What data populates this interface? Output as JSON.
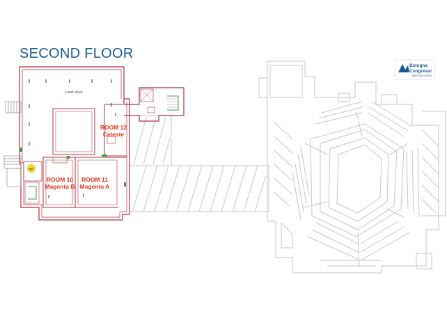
{
  "title": "SECOND FLOOR",
  "logo": {
    "line1": "Bologna",
    "line2": "Congressi",
    "line3": "MEETING IDEAS"
  },
  "areas": {
    "lunch": "Lunch Area",
    "wc": "WC"
  },
  "rooms": [
    {
      "number": "ROOM 12",
      "name": "Celeste"
    },
    {
      "number": "ROOM 10",
      "name": "Magenta B"
    },
    {
      "number": "ROOM 11",
      "name": "Magenta A"
    }
  ],
  "colors": {
    "title": "#1a5a96",
    "walls": "#b03040",
    "room_label": "#e8351e",
    "ghost": "#c4c4c4",
    "wc": "#f2e01a"
  }
}
